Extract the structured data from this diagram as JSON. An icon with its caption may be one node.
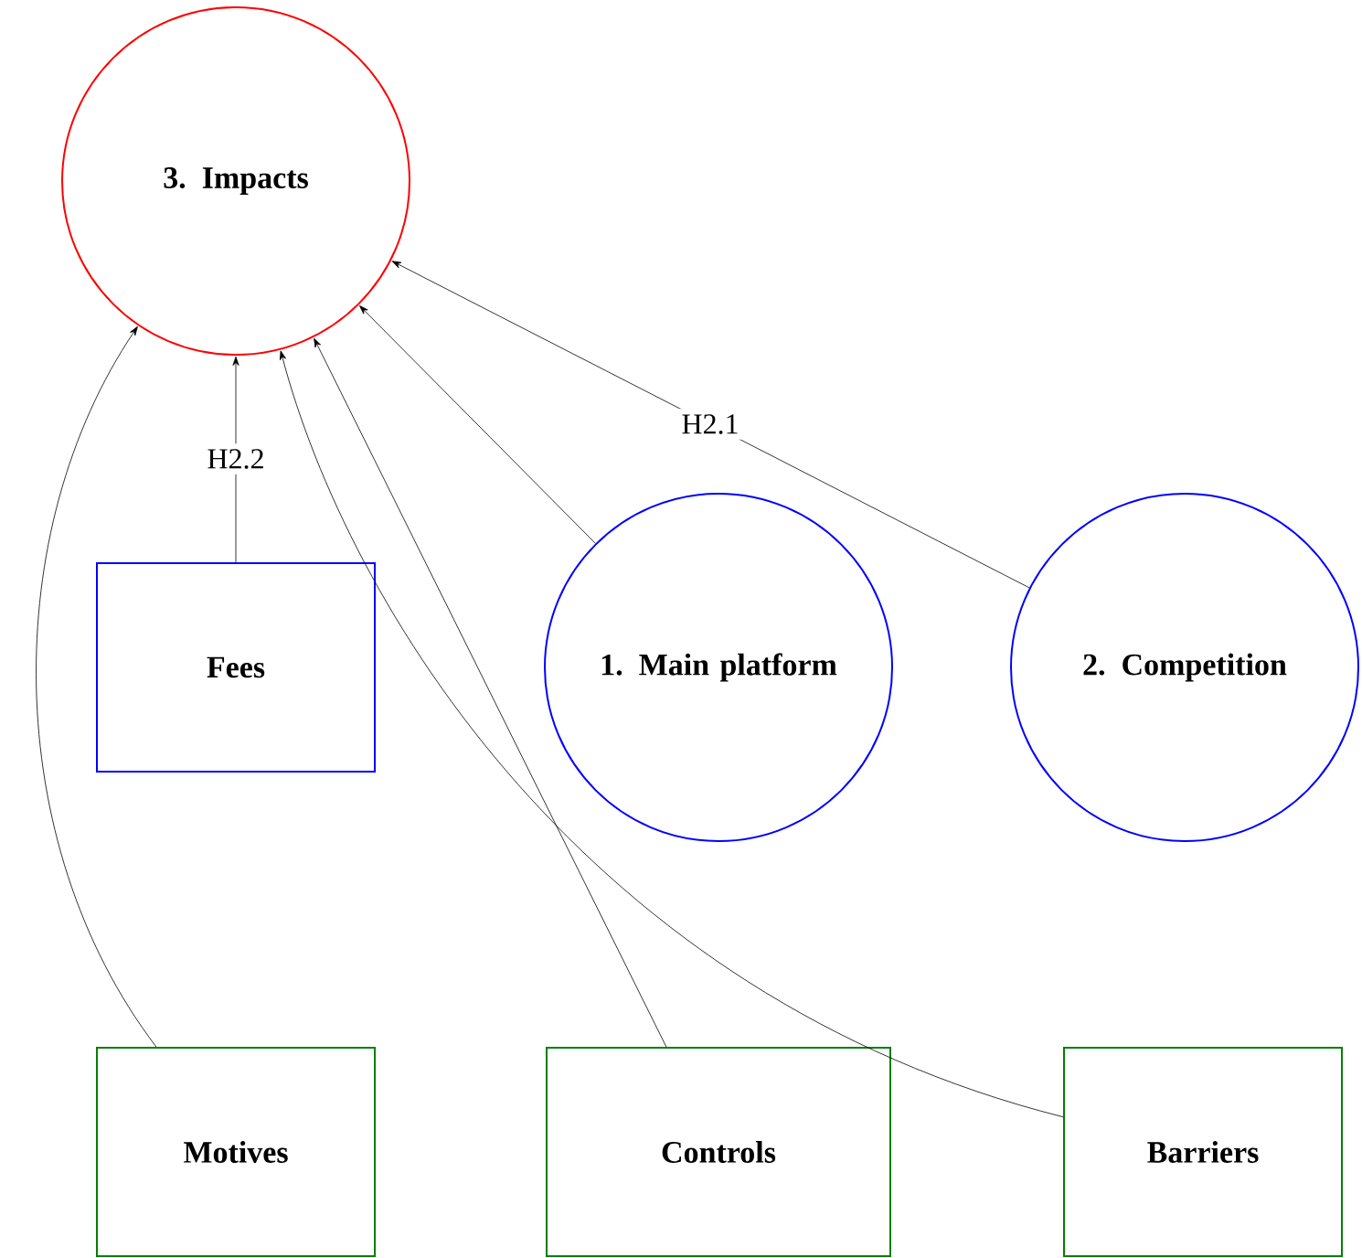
{
  "diagram": {
    "nodes": [
      {
        "text": [
          "3. Impacts"
        ]
      },
      {
        "text": [
          "Fees"
        ]
      },
      {
        "text": [
          "1. Main platform"
        ]
      },
      {
        "text": [
          "2. Competition"
        ]
      },
      {
        "text": [
          "Motives"
        ]
      },
      {
        "text": [
          "Controls"
        ]
      },
      {
        "text": [
          "Barriers"
        ]
      }
    ],
    "edges": [
      {
        "from": 1,
        "to": 0,
        "arrow": "to",
        "label": "H2.2"
      },
      {
        "from": 2,
        "to": 0,
        "arrow": "to"
      },
      {
        "from": 3,
        "to": 0,
        "arrow": "to",
        "label": "H2.1"
      },
      {
        "from": 4,
        "to": 0,
        "arrow": "to"
      },
      {
        "from": 5,
        "to": 0,
        "arrow": "to"
      },
      {
        "from": 6,
        "to": 0,
        "arrow": "to"
      }
    ]
  }
}
